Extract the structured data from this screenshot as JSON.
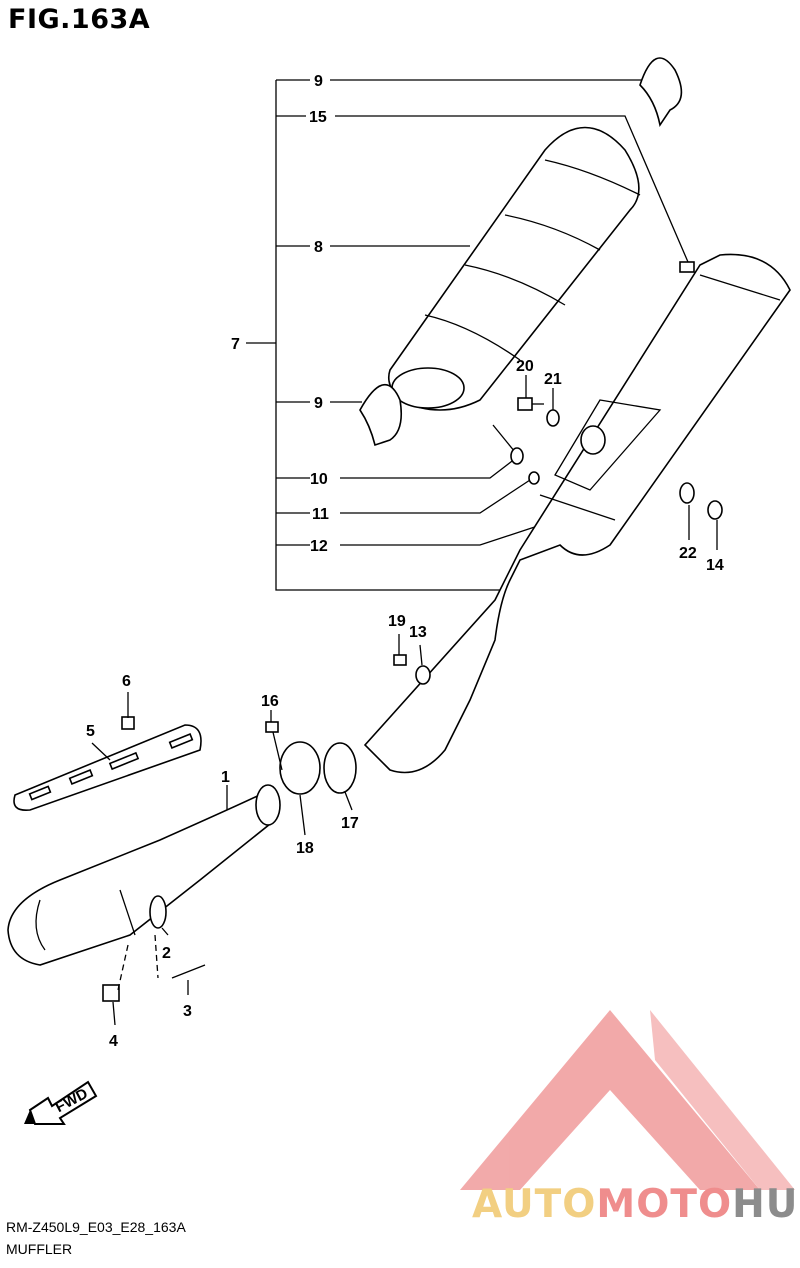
{
  "figure_title": "FIG.163A",
  "footer": {
    "code": "RM-Z450L9_E03_E28_163A",
    "name": "MUFFLER"
  },
  "fwd_label": "FWD",
  "brand": {
    "part1": "AUTO",
    "part2": "MOTO",
    "part3": "HUB",
    "colors": [
      "#f2cf82",
      "#ef8d8d",
      "#8c8c8c"
    ]
  },
  "callouts": [
    "1",
    "2",
    "3",
    "4",
    "5",
    "6",
    "7",
    "8",
    "9",
    "9",
    "10",
    "11",
    "12",
    "13",
    "14",
    "15",
    "16",
    "17",
    "18",
    "19",
    "20",
    "21",
    "22"
  ]
}
